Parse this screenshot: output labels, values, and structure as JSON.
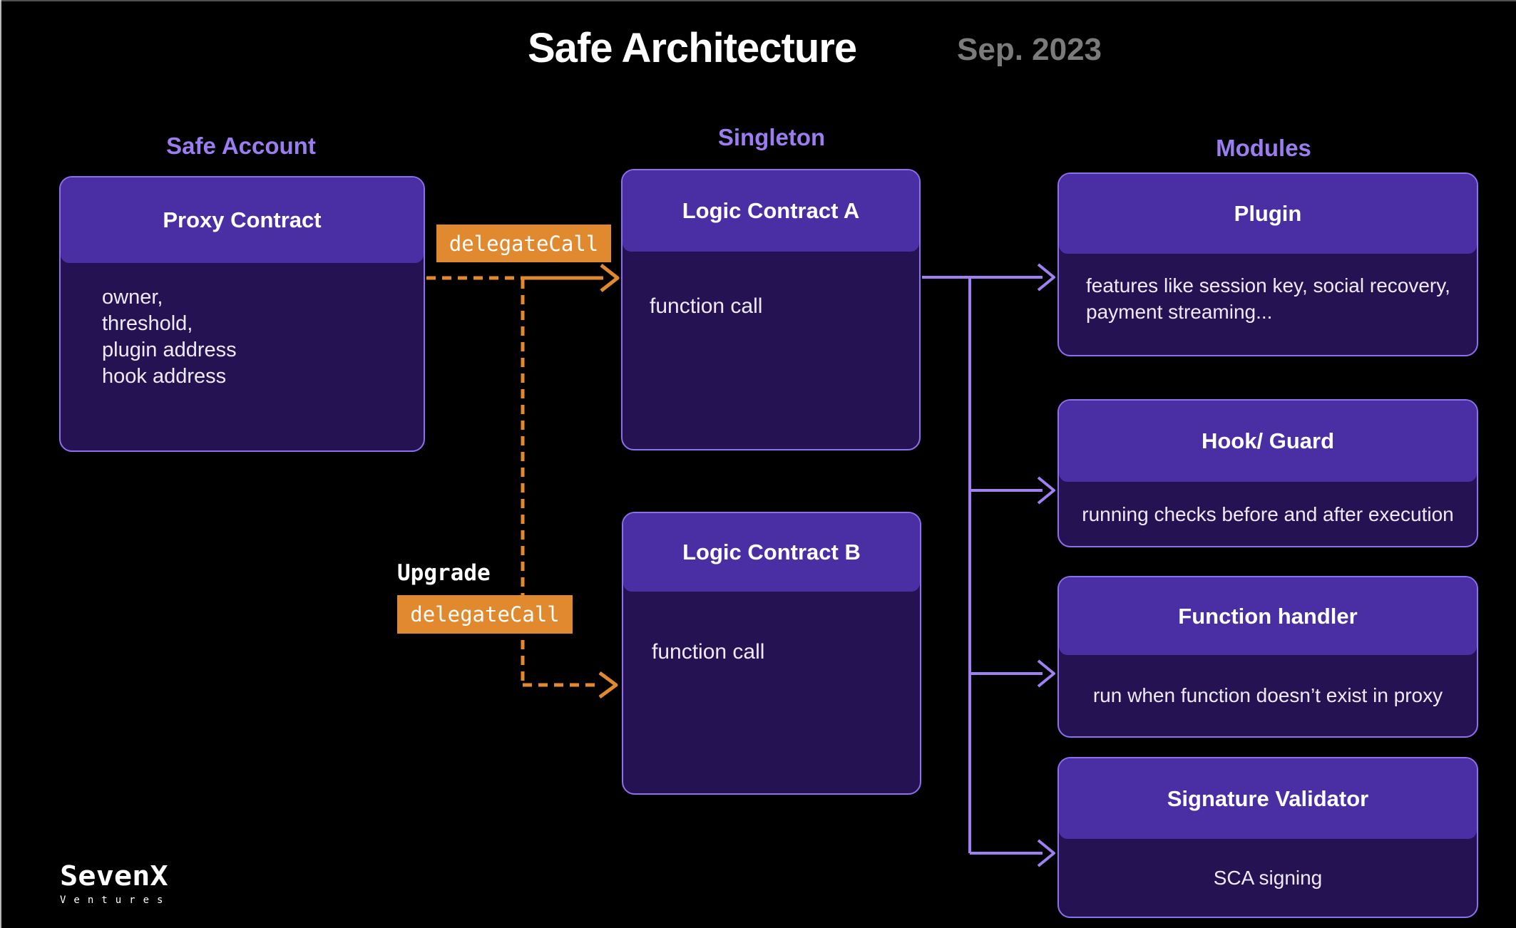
{
  "title": {
    "text": "Safe Architecture",
    "date": "Sep. 2023"
  },
  "labels": {
    "safe_account": "Safe Account",
    "singleton": "Singleton",
    "modules": "Modules"
  },
  "boxes": {
    "proxy": {
      "header": "Proxy Contract",
      "body": "owner,\nthreshold,\nplugin address\nhook address"
    },
    "logic_a": {
      "header": "Logic Contract A",
      "body": "function call"
    },
    "logic_b": {
      "header": "Logic Contract B",
      "body": "function call"
    },
    "plugin": {
      "header": "Plugin",
      "body": "features like session key, social recovery, payment streaming..."
    },
    "hook_guard": {
      "header": "Hook/ Guard",
      "body": "running checks before and after execution"
    },
    "function_handler": {
      "header": "Function handler",
      "body": "run when function doesn’t exist in proxy"
    },
    "signature_validator": {
      "header": "Signature Validator",
      "body": "SCA signing"
    }
  },
  "edges": {
    "delegatecall_top": "delegateCall",
    "upgrade": "Upgrade",
    "delegatecall_bottom": "delegateCall"
  },
  "logo": {
    "name": "SevenX",
    "sub": "Ventures"
  },
  "colors": {
    "background": "#000000",
    "box_header": "#4a2ea3",
    "box_body": "#251253",
    "box_border": "#8d6ff0",
    "label": "#9c7df0",
    "connector": "#9e80f2",
    "delegatecall": "#e0892f",
    "date": "#7b7b7b",
    "text": "#ffffff"
  }
}
